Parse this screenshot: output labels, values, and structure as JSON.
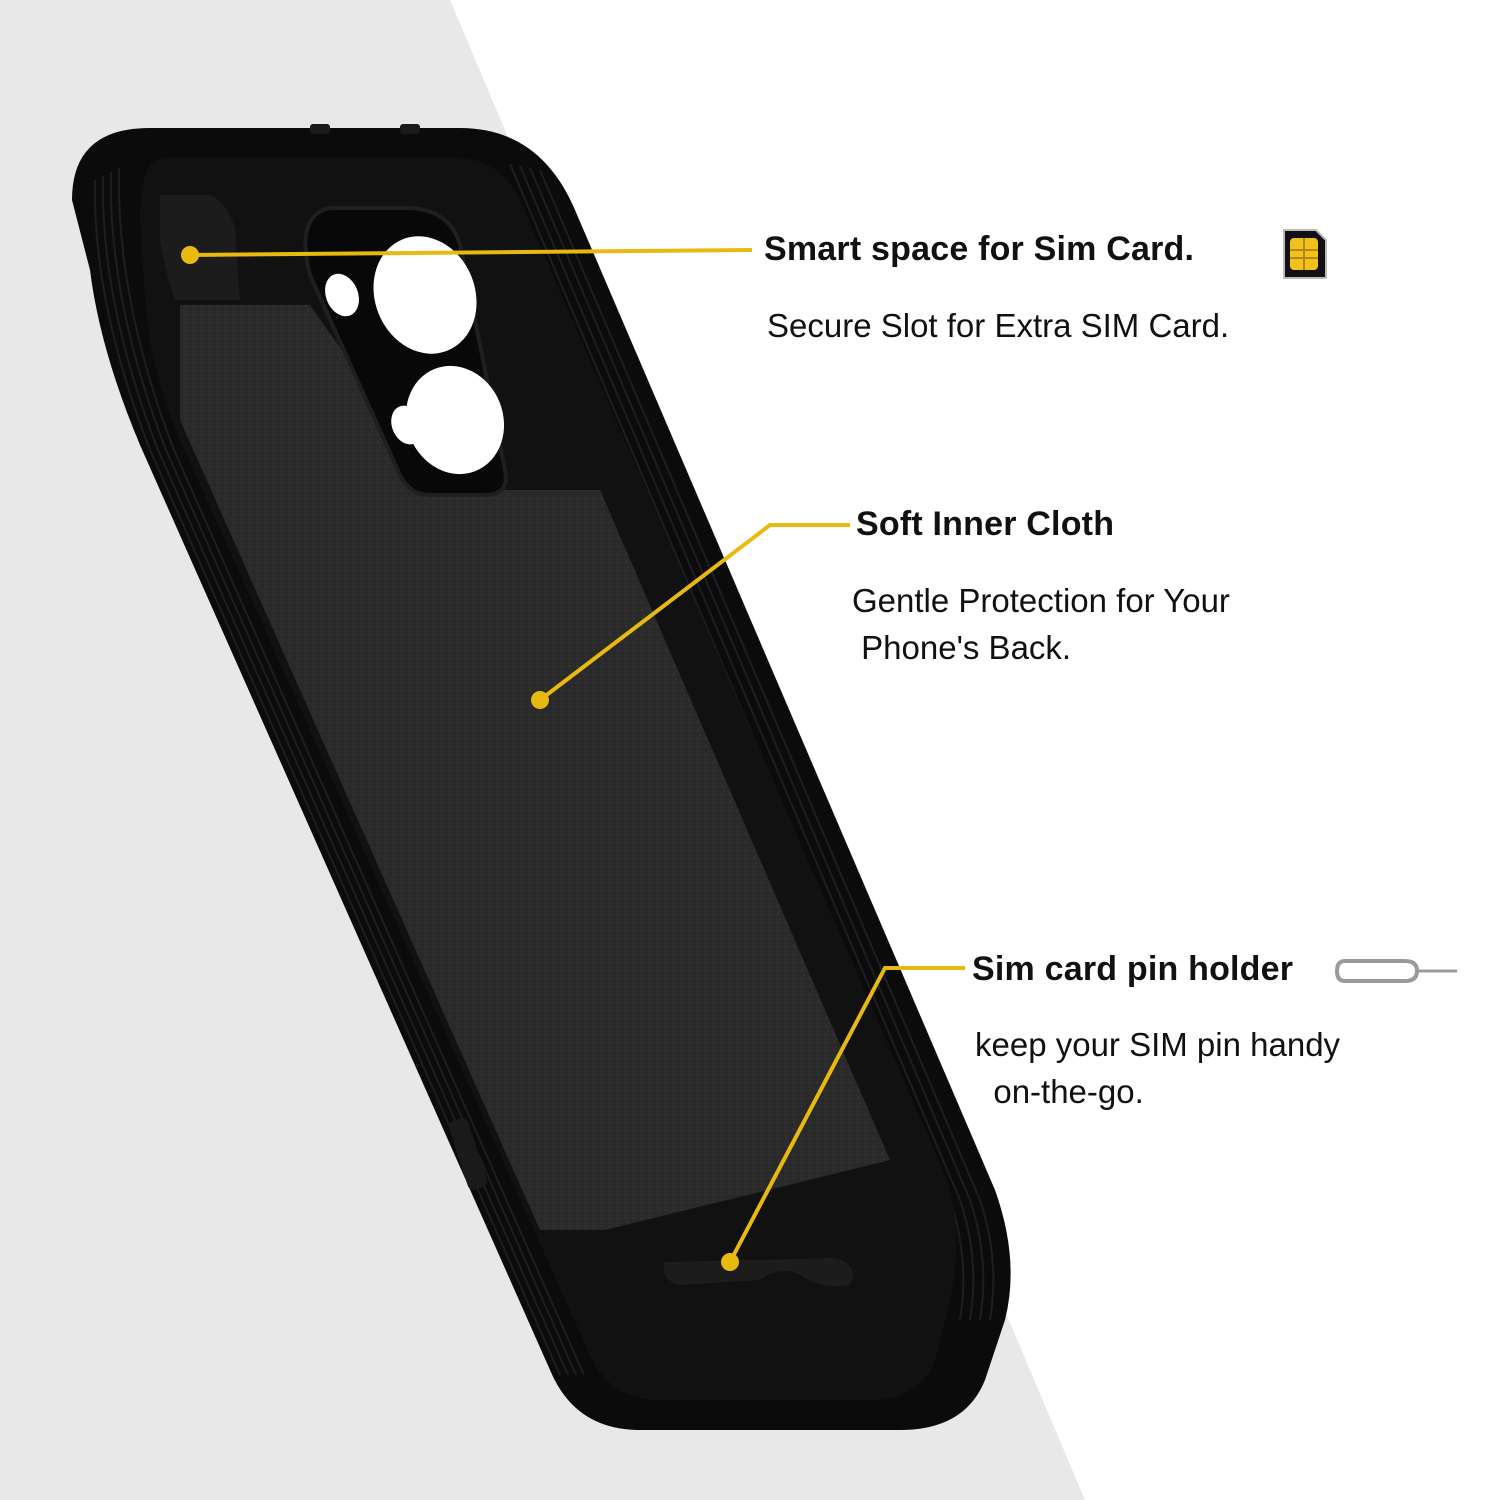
{
  "colors": {
    "background_panel": "#e8e8e8",
    "background": "#ffffff",
    "case_black": "#0d0d0d",
    "cloth_gray": "#2b2b2b",
    "accent_yellow": "#e8b90f",
    "text": "#111111"
  },
  "callouts": [
    {
      "title": "Smart space for Sim Card.",
      "description_lines": [
        "Secure Slot for Extra SIM Card."
      ],
      "icon": "sim-card-icon"
    },
    {
      "title": "Soft Inner Cloth",
      "description_lines": [
        "Gentle Protection for Your",
        " Phone's Back."
      ],
      "icon": ""
    },
    {
      "title": "Sim card pin holder",
      "description_lines": [
        "keep your SIM pin handy",
        "  on-the-go."
      ],
      "icon": "sim-ejector-pin-icon"
    }
  ]
}
